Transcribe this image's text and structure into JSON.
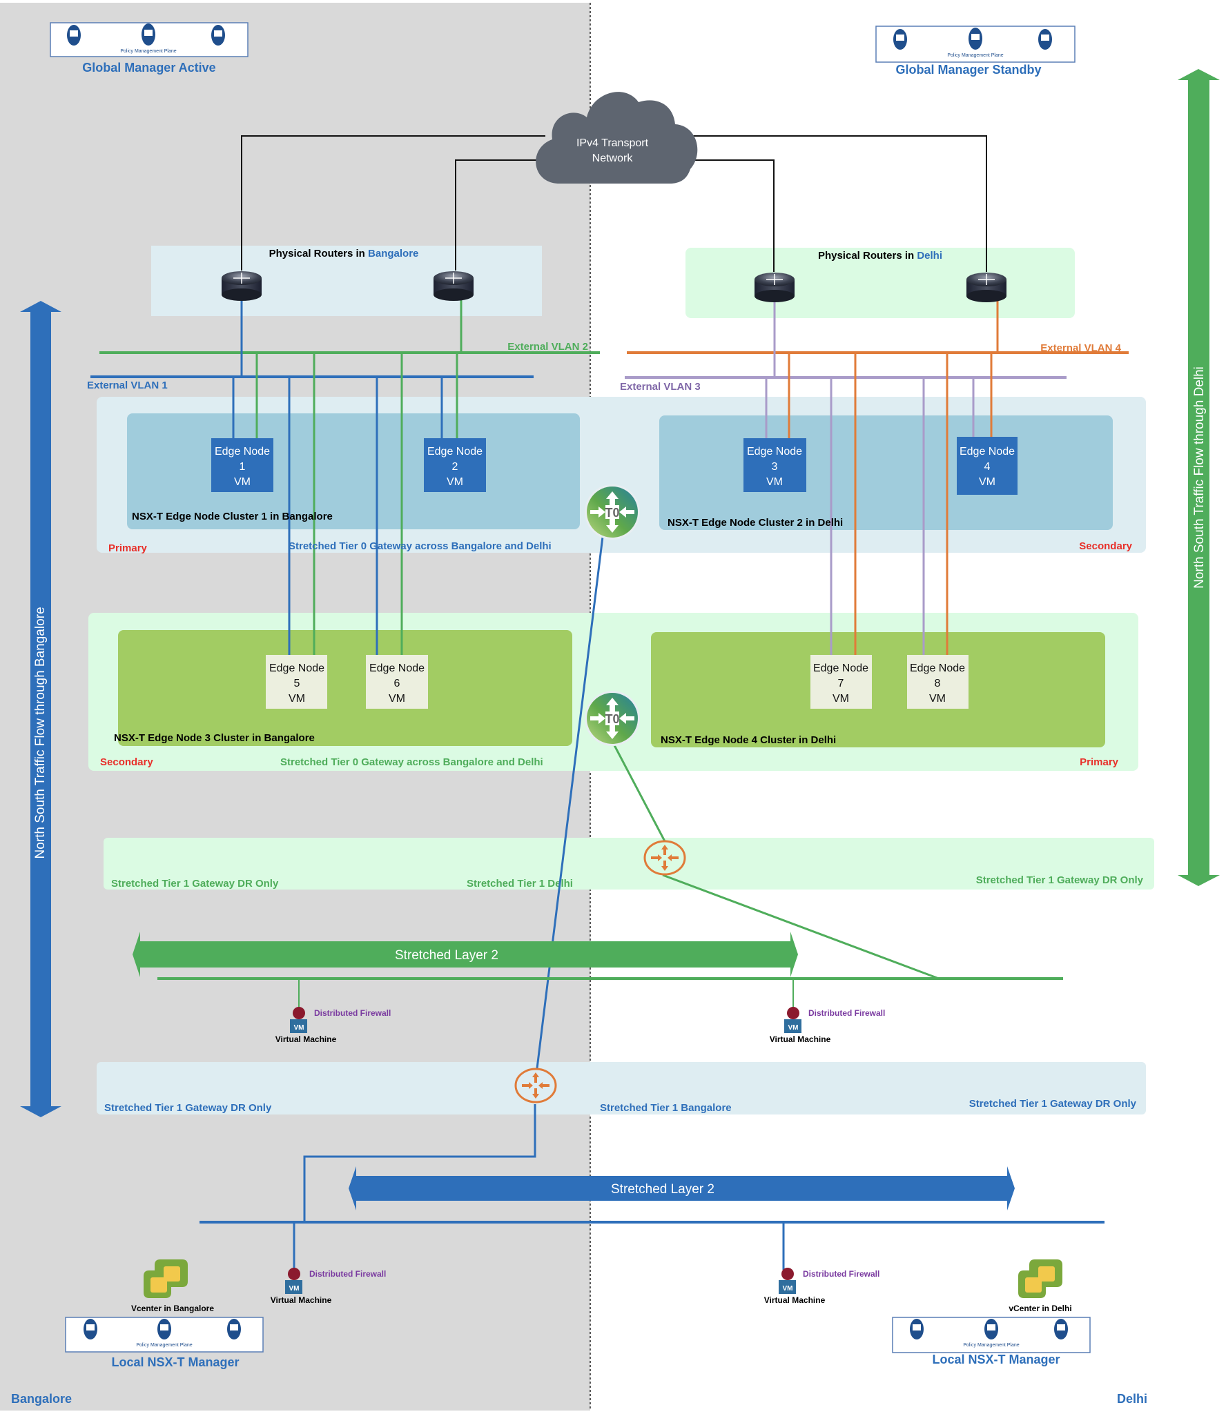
{
  "regions": {
    "left": "Bangalore",
    "right": "Delhi"
  },
  "colors": {
    "blue": "#2e6fba",
    "green": "#4fad5b",
    "orange": "#e07b39",
    "purple": "#a99bc9",
    "red": "#e8302a",
    "gray_bg": "#d9d9d9",
    "light_blue_band": "#deedf2",
    "cluster_blue": "#a0ccdc",
    "light_green_band": "#dbfbe3",
    "cluster_green": "#a2cc63",
    "edge_blue": "#2e6fba",
    "edge_cream": "#ecefdf",
    "cloud": "#5e6570",
    "dfw_text": "#7a3aa0"
  },
  "managers": {
    "global_active": {
      "label": "Global Manager Active",
      "plane": "Policy Management Plane"
    },
    "global_standby": {
      "label": "Global Manager Standby",
      "plane": "Policy Management Plane"
    },
    "local_bangalore": {
      "label": "Local NSX-T Manager",
      "plane": "Policy Management Plane"
    },
    "local_delhi": {
      "label": "Local NSX-T Manager",
      "plane": "Policy Management Plane"
    }
  },
  "cloud": {
    "line1": "IPv4 Transport",
    "line2": "Network"
  },
  "routers": {
    "bangalore": {
      "prefix": "Physical Routers in ",
      "site": "Bangalore"
    },
    "delhi": {
      "prefix": "Physical Routers in ",
      "site": "Delhi"
    }
  },
  "vlans": {
    "vlan1": "External VLAN 1",
    "vlan2": "External VLAN 2",
    "vlan3": "External VLAN 3",
    "vlan4": "External VLAN 4"
  },
  "edge_nodes": [
    {
      "title": "Edge Node",
      "num": "1",
      "type": "VM"
    },
    {
      "title": "Edge Node",
      "num": "2",
      "type": "VM"
    },
    {
      "title": "Edge Node",
      "num": "3",
      "type": "VM"
    },
    {
      "title": "Edge Node",
      "num": "4",
      "type": "VM"
    },
    {
      "title": "Edge Node",
      "num": "5",
      "type": "VM"
    },
    {
      "title": "Edge Node",
      "num": "6",
      "type": "VM"
    },
    {
      "title": "Edge Node",
      "num": "7",
      "type": "VM"
    },
    {
      "title": "Edge Node",
      "num": "8",
      "type": "VM"
    }
  ],
  "clusters": {
    "c1": "NSX-T Edge Node Cluster 1 in Bangalore",
    "c2": "NSX-T Edge Node Cluster 2 in Delhi",
    "c3": "NSX-T Edge Node 3 Cluster in Bangalore",
    "c4": "NSX-T Edge Node 4 Cluster in Delhi"
  },
  "tier0": {
    "band1": {
      "label": "Stretched Tier 0 Gateway across Bangalore and Delhi",
      "left_role": "Primary",
      "right_role": "Secondary"
    },
    "band2": {
      "label": "Stretched Tier 0 Gateway across Bangalore and Delhi",
      "left_role": "Secondary",
      "right_role": "Primary"
    },
    "icon_text": "T0"
  },
  "tier1": {
    "delhi": {
      "left": "Stretched Tier 1 Gateway DR Only",
      "center": "Stretched Tier 1 Delhi",
      "right": "Stretched Tier 1 Gateway DR Only"
    },
    "bangalore": {
      "left": "Stretched Tier 1 Gateway DR Only",
      "center": "Stretched Tier 1 Bangalore",
      "right": "Stretched Tier 1 Gateway DR Only"
    }
  },
  "layer2": {
    "green": "Stretched Layer 2",
    "blue": "Stretched Layer 2"
  },
  "workloads": {
    "dfw": "Distributed Firewall",
    "vm_label": "Virtual Machine",
    "vm_badge": "VM"
  },
  "vcenters": {
    "bangalore": "Vcenter in Bangalore",
    "delhi": "vCenter in Delhi"
  },
  "traffic": {
    "bangalore": "North South Traffic Flow through Bangalore",
    "delhi": "North South Traffic Flow through Delhi"
  }
}
